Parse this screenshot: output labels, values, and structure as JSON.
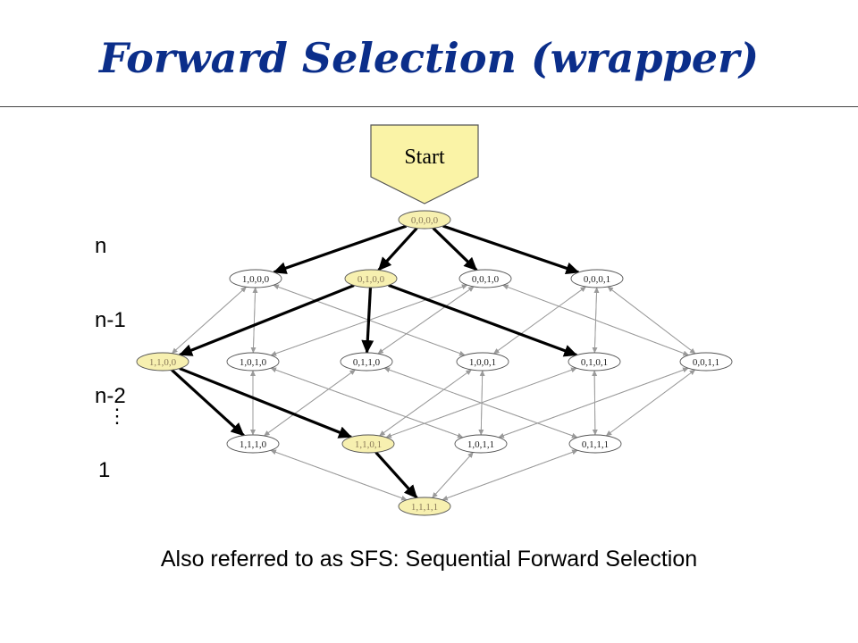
{
  "title": "Forward Selection (wrapper)",
  "start_label": "Start",
  "level_labels": {
    "n": "n",
    "n_minus_1": "n-1",
    "n_minus_2": "n-2",
    "one": "1"
  },
  "vdots": "⋮",
  "footnote": "Also referred to as SFS: Sequential Forward Selection",
  "colors": {
    "title": "#0b2e8a",
    "start_fill": "#faf3a6",
    "highlight_fill": "#f7f0b0",
    "node_fill": "#ffffff"
  },
  "nodes": [
    {
      "id": "0000",
      "label": "0,0,0,0",
      "highlighted": true
    },
    {
      "id": "1000",
      "label": "1,0,0,0",
      "highlighted": false
    },
    {
      "id": "0100",
      "label": "0,1,0,0",
      "highlighted": true
    },
    {
      "id": "0010",
      "label": "0,0,1,0",
      "highlighted": false
    },
    {
      "id": "0001",
      "label": "0,0,0,1",
      "highlighted": false
    },
    {
      "id": "1100",
      "label": "1,1,0,0",
      "highlighted": true
    },
    {
      "id": "1010",
      "label": "1,0,1,0",
      "highlighted": false
    },
    {
      "id": "0110",
      "label": "0,1,1,0",
      "highlighted": false
    },
    {
      "id": "1001",
      "label": "1,0,0,1",
      "highlighted": false
    },
    {
      "id": "0101",
      "label": "0,1,0,1",
      "highlighted": false
    },
    {
      "id": "0011",
      "label": "0,0,1,1",
      "highlighted": false
    },
    {
      "id": "1110",
      "label": "1,1,1,0",
      "highlighted": false
    },
    {
      "id": "1101",
      "label": "1,1,0,1",
      "highlighted": true
    },
    {
      "id": "1011",
      "label": "1,0,1,1",
      "highlighted": false
    },
    {
      "id": "0111",
      "label": "0,1,1,1",
      "highlighted": false
    },
    {
      "id": "1111",
      "label": "1,1,1,1",
      "highlighted": true
    }
  ],
  "bold_edges": [
    [
      "0000",
      "1000"
    ],
    [
      "0000",
      "0100"
    ],
    [
      "0000",
      "0010"
    ],
    [
      "0000",
      "0001"
    ],
    [
      "0100",
      "1100"
    ],
    [
      "0100",
      "0110"
    ],
    [
      "0100",
      "0101"
    ],
    [
      "1100",
      "1110"
    ],
    [
      "1100",
      "1101"
    ],
    [
      "1101",
      "1111"
    ]
  ]
}
